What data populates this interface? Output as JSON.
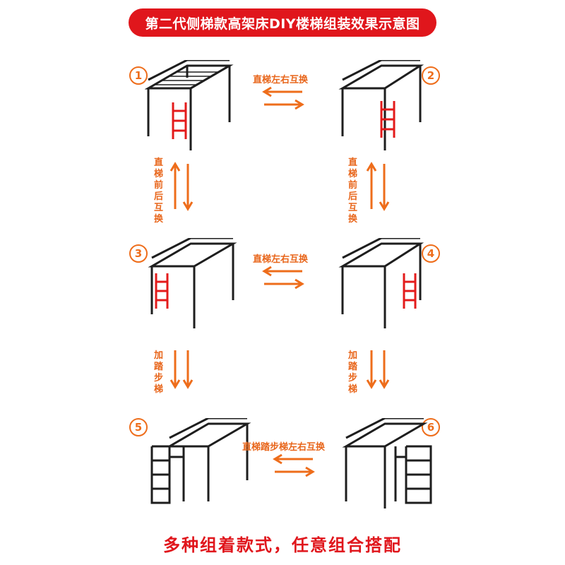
{
  "title": "第二代侧梯款高架床DIY楼梯组装效果示意图",
  "badges": [
    "1",
    "2",
    "3",
    "4",
    "5",
    "6"
  ],
  "labels": {
    "swap_lr": "直梯左右互换",
    "swap_fb": "直梯前后互换",
    "add_steps": "加踏步梯",
    "swap_step_lr": "直梯踏步梯左右互换"
  },
  "footer": "多种组着款式，任意组合搭配",
  "colors": {
    "accent": "#e0161c",
    "orange": "#ee6d1b",
    "frame": "#1e1e1e",
    "ladder": "#e31b1b"
  }
}
